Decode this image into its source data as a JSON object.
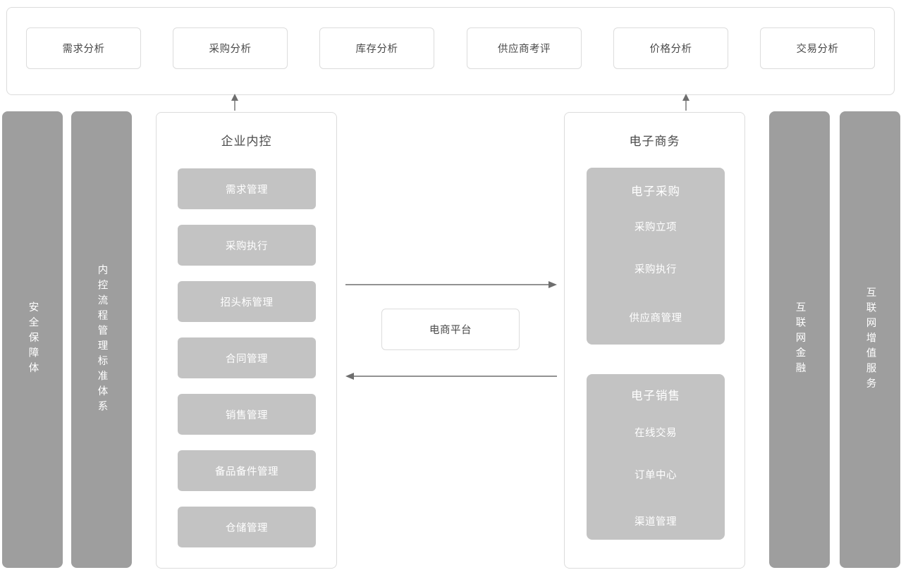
{
  "top_band": {
    "cards": [
      {
        "label": "需求分析"
      },
      {
        "label": "采购分析"
      },
      {
        "label": "库存分析"
      },
      {
        "label": "供应商考评"
      },
      {
        "label": "价格分析"
      },
      {
        "label": "交易分析"
      }
    ]
  },
  "left_pillars": [
    {
      "label": "安全保障体"
    },
    {
      "label": "内控流程管理标准体系"
    }
  ],
  "right_pillars": [
    {
      "label": "互联网金融"
    },
    {
      "label": "互联网增值服务"
    }
  ],
  "internal_control": {
    "title": "企业内控",
    "modules": [
      {
        "label": "需求管理"
      },
      {
        "label": "采购执行"
      },
      {
        "label": "招头标管理"
      },
      {
        "label": "合同管理"
      },
      {
        "label": "销售管理"
      },
      {
        "label": "备品备件管理"
      },
      {
        "label": "仓储管理"
      }
    ]
  },
  "ecommerce": {
    "title": "电子商务",
    "groups": [
      {
        "title": "电子采购",
        "items": [
          {
            "label": "采购立项"
          },
          {
            "label": "采购执行"
          },
          {
            "label": "供应商管理"
          }
        ]
      },
      {
        "title": "电子销售",
        "items": [
          {
            "label": "在线交易"
          },
          {
            "label": "订单中心"
          },
          {
            "label": "渠道管理"
          }
        ]
      }
    ]
  },
  "platform": {
    "label": "电商平台"
  },
  "arrows": {
    "up_left": "arrow-up-icon",
    "up_right": "arrow-up-icon",
    "to_ecommerce": "arrow-right-icon",
    "to_internal_control": "arrow-left-icon"
  },
  "colors": {
    "pillar_gray": "#9e9e9e",
    "chip_gray": "#c3c3c3",
    "border_gray": "#dcdcdc",
    "text_dark": "#4a4a4a",
    "text_light": "#ffffff",
    "background": "#ffffff"
  }
}
